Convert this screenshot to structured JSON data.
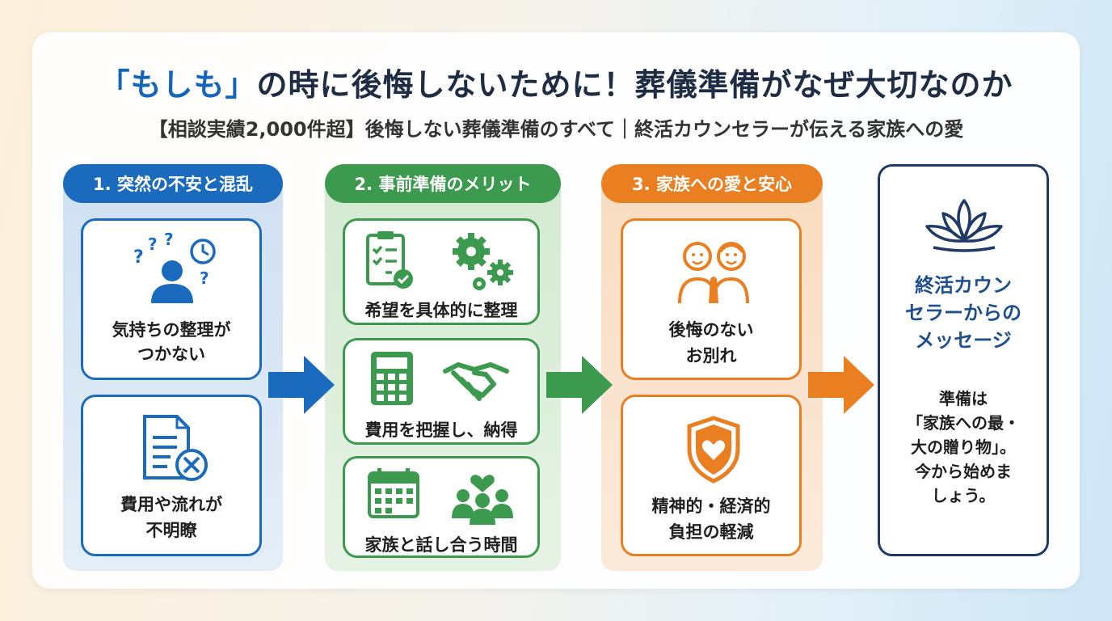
{
  "header": {
    "title_accent": "「もしも」",
    "title_rest": "の時に後悔しないために！葬儀準備がなぜ大切なのか",
    "subtitle": "【相談実績2,000件超】後悔しない葬儀準備のすべて｜終活カウンセラーが伝える家族への愛"
  },
  "sections": [
    {
      "badge": "1. 突然の不安と混乱",
      "color": "#1a6bbd",
      "items": [
        {
          "icon": "confused-person-clock-icon",
          "line1": "気持ちの整理が",
          "line2": "つかない"
        },
        {
          "icon": "document-cancel-icon",
          "line1": "費用や流れが",
          "line2": "不明瞭"
        }
      ]
    },
    {
      "badge": "2. 事前準備のメリット",
      "color": "#3c9a4e",
      "items": [
        {
          "icon": "checklist-gears-icon",
          "line1": "希望を具体的に整理"
        },
        {
          "icon": "calculator-handshake-icon",
          "line1": "費用を把握し、納得"
        },
        {
          "icon": "calendar-family-icon",
          "line1": "家族と話し合う時間"
        }
      ]
    },
    {
      "badge": "3. 家族への愛と安心",
      "color": "#ea7f22",
      "items": [
        {
          "icon": "family-praying-icon",
          "line1": "後悔のない",
          "line2": "お別れ"
        },
        {
          "icon": "heart-shield-icon",
          "line1": "精神的・経済的",
          "line2": "負担の軽減"
        }
      ]
    }
  ],
  "message": {
    "icon": "lotus-icon",
    "title_line1": "終活カウン",
    "title_line2": "セラーからの",
    "title_line3": "メッセージ",
    "body_line1": "準備は",
    "body_line2": "「家族への最・",
    "body_line3": "大の贈り物」。",
    "body_line4": "今から始めま",
    "body_line5": "しょう。",
    "color": "#1f3a66"
  }
}
